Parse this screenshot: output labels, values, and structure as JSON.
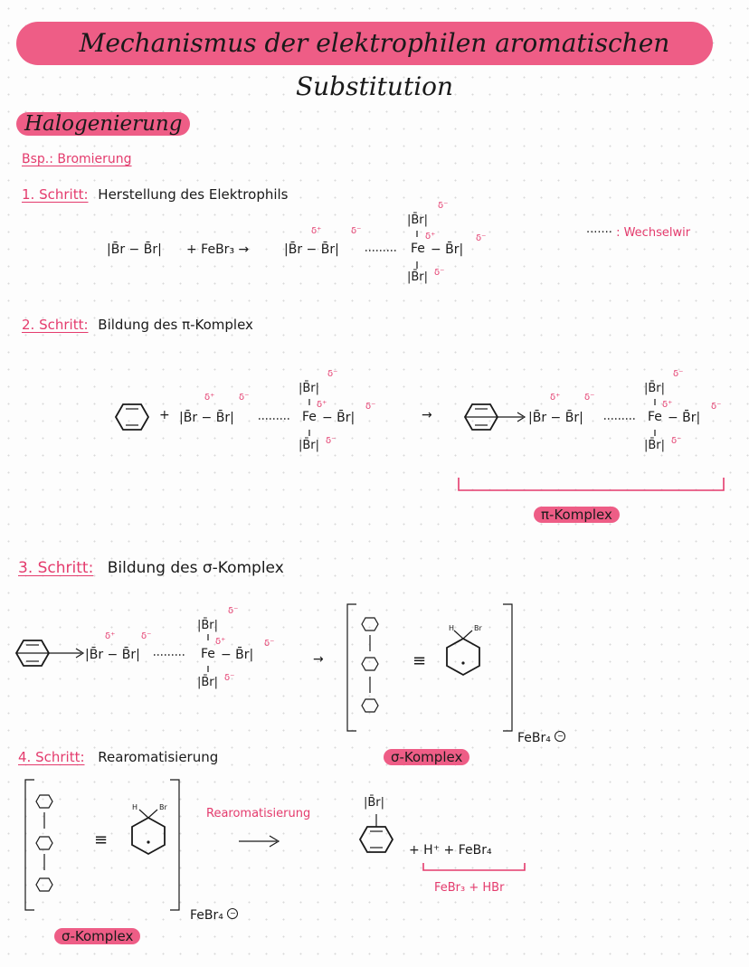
{
  "title": "Mechanismus der elektrophilen aromatischen Substitution",
  "section_header": "Halogenierung",
  "example_label": "Bsp.: Bromierung",
  "legend": {
    "dots": "·······",
    "label": ": Wechselwir"
  },
  "steps": [
    {
      "label": "1. Schritt:",
      "desc": "Herstellung des Elektrophils"
    },
    {
      "label": "2. Schritt:",
      "desc": "Bildung des π-Komplex"
    },
    {
      "label": "3. Schritt:",
      "desc": "Bildung des σ-Komplex"
    },
    {
      "label": "4. Schritt:",
      "desc": "Rearomatisierung"
    }
  ],
  "chem": {
    "br2": "|B̄r − B̄r|",
    "plus_febr3": "+  FeBr₃  →",
    "br": "|B̄r|",
    "fe": "Fe",
    "fe_br_right": "− B̄r|",
    "delta_minus": "δ⁻",
    "delta_plus": "δ⁺",
    "plus": "+",
    "arrow": "→",
    "pi_komplex": "π-Komplex",
    "sigma_komplex": "σ-Komplex",
    "febr4": "FeBr₄",
    "h": "H",
    "bigbr": "Br",
    "equiv": "≡",
    "rearom_label": "Rearomatisierung",
    "products": "+ H⁺  +  FeBr₄",
    "byproducts": "FeBr₃  + HBr"
  }
}
